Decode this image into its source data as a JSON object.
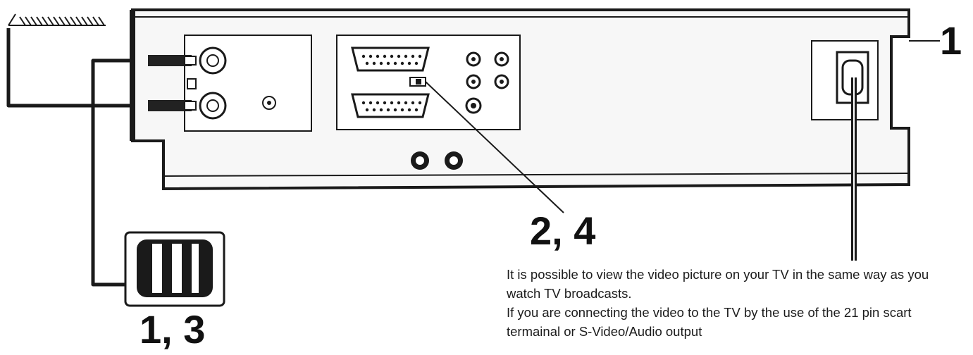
{
  "step_labels": {
    "power": "1",
    "switch": "2, 4",
    "tv": "1, 3"
  },
  "instructions": {
    "paragraph_1": "It is possible to view the video picture on your TV in the same way as you watch TV broadcasts.",
    "paragraph_2": "If you are connecting the video to the TV by the use of the 21 pin scart termainal or S-Video/Audio output"
  },
  "colors": {
    "line": "#1a1a1a",
    "background": "#ffffff",
    "panel": "#f7f7f7"
  }
}
